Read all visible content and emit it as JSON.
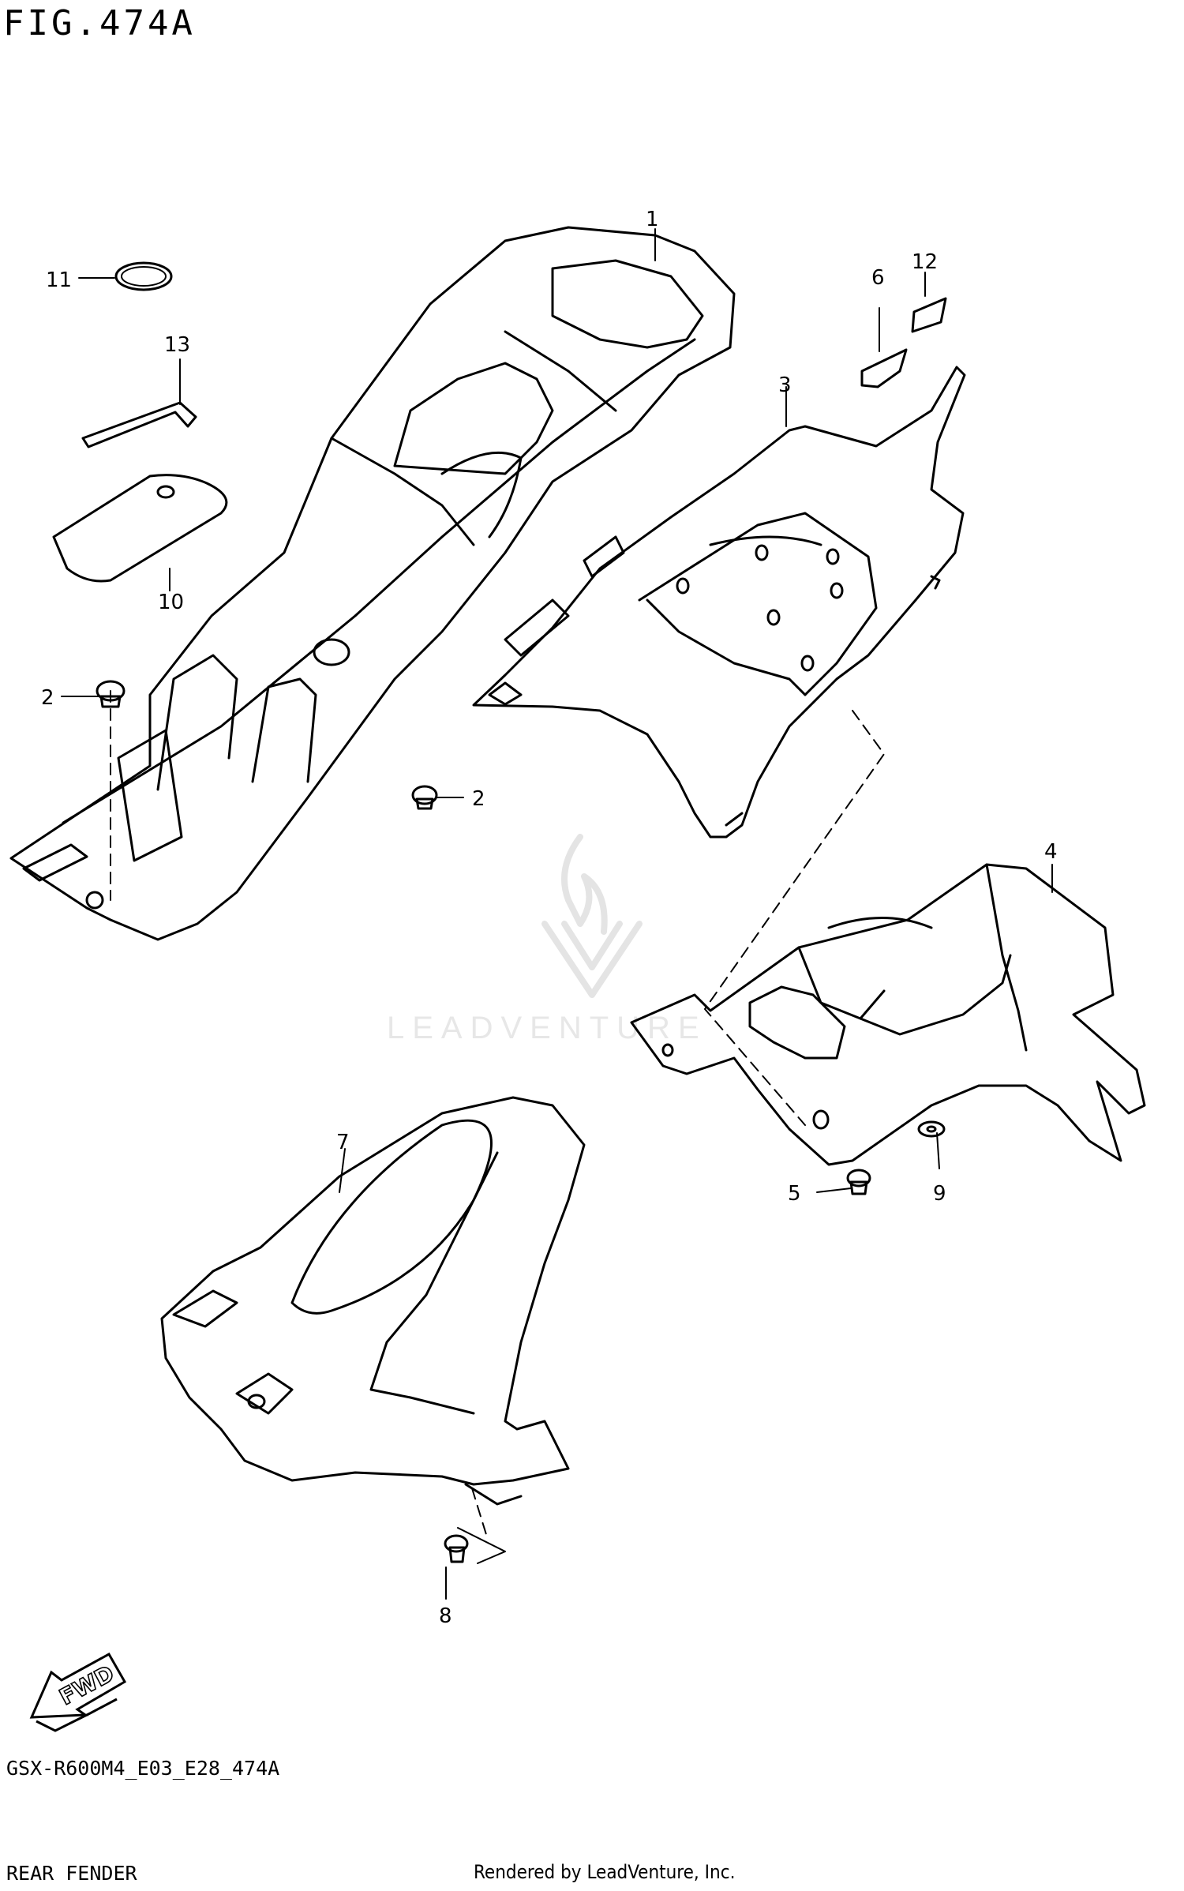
{
  "figure_title": "FIG.474A",
  "model_code": "GSX-R600M4_E03_E28_474A",
  "section_name": "REAR FENDER",
  "credit": "Rendered by LeadVenture, Inc.",
  "watermark": "LEADVENTURE",
  "fwd_label": "FWD",
  "parts": [
    {
      "id": "1",
      "label": "1"
    },
    {
      "id": "2",
      "label": "2"
    },
    {
      "id": "3",
      "label": "3"
    },
    {
      "id": "4",
      "label": "4"
    },
    {
      "id": "5",
      "label": "5"
    },
    {
      "id": "6",
      "label": "6"
    },
    {
      "id": "7",
      "label": "7"
    },
    {
      "id": "8",
      "label": "8"
    },
    {
      "id": "9",
      "label": "9"
    },
    {
      "id": "10",
      "label": "10"
    },
    {
      "id": "11",
      "label": "11"
    },
    {
      "id": "12",
      "label": "12"
    },
    {
      "id": "13",
      "label": "13"
    }
  ],
  "colors": {
    "line": "#000000",
    "background": "#ffffff",
    "watermark": "#e7e7e7"
  }
}
